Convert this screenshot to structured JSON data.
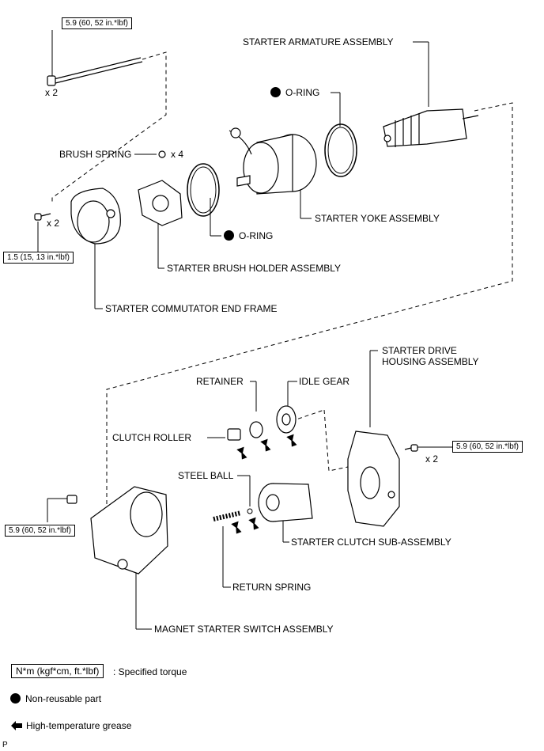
{
  "torque": {
    "through_bolt": "5.9 (60, 52 in.*lbf)",
    "end_frame_screw": "1.5 (15, 13 in.*lbf)",
    "housing_bolt": "5.9 (60, 52 in.*lbf)",
    "terminal_nut": "5.9 (60, 52 in.*lbf)"
  },
  "qty": {
    "through_bolt": "x 2",
    "end_frame_screw": "x 2",
    "brush_spring": "x 4",
    "housing_bolt": "x 2"
  },
  "labels": {
    "armature": "STARTER ARMATURE ASSEMBLY",
    "oring_top": "O-RING",
    "brush_spring": "BRUSH SPRING",
    "yoke": "STARTER YOKE ASSEMBLY",
    "oring_mid": "O-RING",
    "brush_holder": "STARTER BRUSH HOLDER ASSEMBLY",
    "commutator_end_frame": "STARTER COMMUTATOR END FRAME",
    "drive_housing_1": "STARTER DRIVE",
    "drive_housing_2": "HOUSING ASSEMBLY",
    "retainer": "RETAINER",
    "idle_gear": "IDLE GEAR",
    "clutch_roller": "CLUTCH ROLLER",
    "steel_ball": "STEEL BALL",
    "clutch_sub": "STARTER CLUTCH SUB-ASSEMBLY",
    "return_spring": "RETURN SPRING",
    "magnet_switch": "MAGNET STARTER SWITCH ASSEMBLY"
  },
  "legend": {
    "torque_box": "N*m (kgf*cm, ft.*lbf)",
    "torque_text": ": Specified torque",
    "nonreusable": "Non-reusable part",
    "grease": "High-temperature grease"
  },
  "corner": "P"
}
